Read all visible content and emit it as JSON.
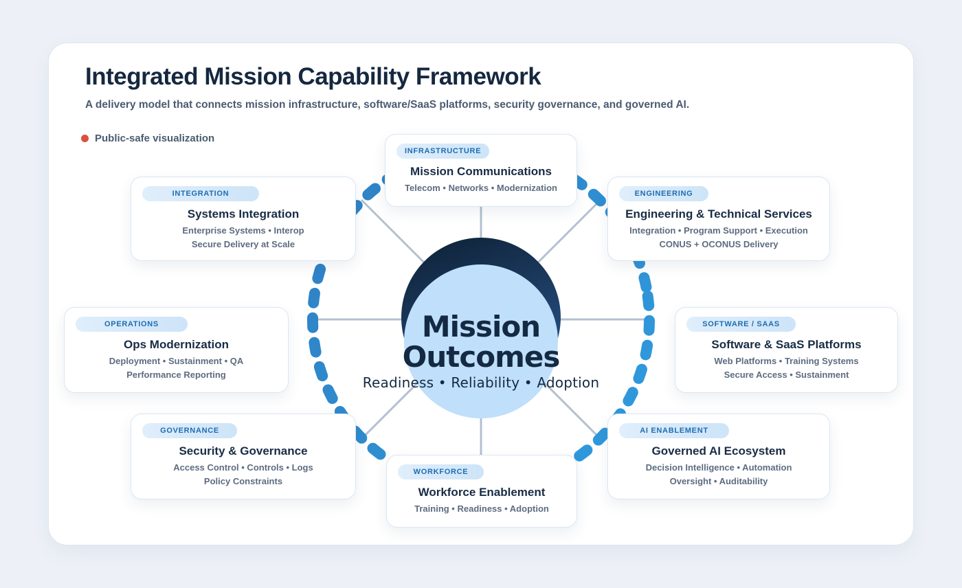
{
  "page": {
    "title": "Integrated Mission Capability Framework",
    "subtitle": "A delivery model that connects mission infrastructure, software/SaaS platforms, security governance, and governed AI.",
    "legend_label": "Public-safe visualization"
  },
  "center": {
    "line1": "Mission",
    "line2": "Outcomes",
    "tagline": "Readiness • Reliability • Adoption"
  },
  "cards": [
    {
      "id": "infrastructure",
      "badge": "INFRASTRUCTURE",
      "title": "Mission Communications",
      "lines": [
        "Telecom • Networks • Modernization"
      ]
    },
    {
      "id": "integration",
      "badge": "INTEGRATION",
      "title": "Systems Integration",
      "lines": [
        "Enterprise Systems • Interop",
        "Secure Delivery at Scale"
      ]
    },
    {
      "id": "engineering",
      "badge": "ENGINEERING",
      "title": "Engineering & Technical Services",
      "lines": [
        "Integration • Program Support • Execution",
        "CONUS + OCONUS Delivery"
      ]
    },
    {
      "id": "operations",
      "badge": "OPERATIONS",
      "title": "Ops Modernization",
      "lines": [
        "Deployment • Sustainment • QA",
        "Performance Reporting"
      ]
    },
    {
      "id": "software",
      "badge": "SOFTWARE / SAAS",
      "title": "Software & SaaS Platforms",
      "lines": [
        "Web Platforms • Training Systems",
        "Secure Access • Sustainment"
      ]
    },
    {
      "id": "governance",
      "badge": "GOVERNANCE",
      "title": "Security & Governance",
      "lines": [
        "Access Control • Controls • Logs",
        "Policy Constraints"
      ]
    },
    {
      "id": "ai",
      "badge": "AI ENABLEMENT",
      "title": "Governed AI Ecosystem",
      "lines": [
        "Decision Intelligence • Automation",
        "Oversight • Auditability"
      ]
    },
    {
      "id": "workforce",
      "badge": "WORKFORCE",
      "title": "Workforce Enablement",
      "lines": [
        "Training • Readiness • Adoption"
      ]
    }
  ],
  "colors": {
    "background": "#edf1f7",
    "panel": "#ffffff",
    "navy_text": "#15283f",
    "muted_text": "#5d6c80",
    "badge_text": "#1d6db3",
    "badge_bg": "#d7e9fa",
    "ring_blue_start": "#2f7fc2",
    "ring_blue_end": "#2f9ce0",
    "spoke_gray": "#b3c0d0",
    "hub_dark_start": "#0d2034",
    "hub_dark_end": "#275083",
    "hub_light": "#bfdffb",
    "legend_dot": "#d9513e"
  }
}
